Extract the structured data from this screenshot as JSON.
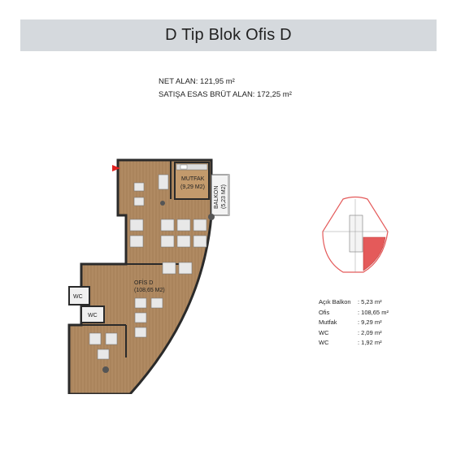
{
  "title": "D Tip Blok Ofis D",
  "areas": {
    "net": "NET ALAN: 121,95 m²",
    "gross": "SATIŞA ESAS BRÜT ALAN: 172,25 m²"
  },
  "plan": {
    "mutfak": "MUTFAK",
    "mutfak_area": "(9,29 M2)",
    "balkon": "BALKON",
    "balkon_area": "(5,23 M2)",
    "ofis": "OFİS D",
    "ofis_area": "(108,65 M2)",
    "wc1": "WC",
    "wc2": "WC"
  },
  "summary": [
    {
      "key": "Açık Balkon",
      "value": ": 5,23 m²"
    },
    {
      "key": "Ofis",
      "value": ": 108,65 m²"
    },
    {
      "key": "Mutfak",
      "value": ": 9,29 m²"
    },
    {
      "key": "WC",
      "value": ": 2,09 m²"
    },
    {
      "key": "WC",
      "value": ": 1,92 m²"
    }
  ],
  "colors": {
    "floor": "#b08860",
    "wall": "#2a2a2a",
    "highlight": "#e45a5a",
    "title_bar": "#d5d9dd"
  }
}
